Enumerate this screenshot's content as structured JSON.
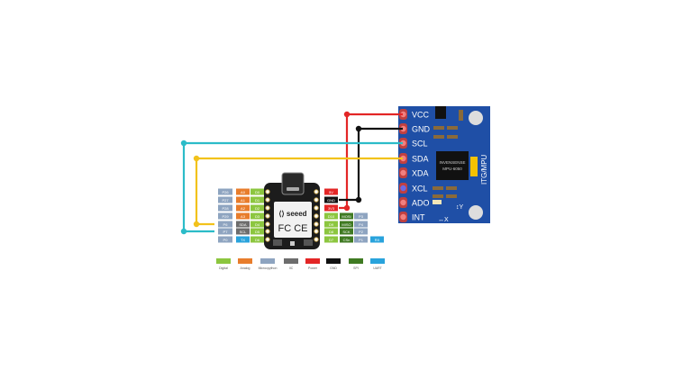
{
  "mpu": {
    "pins": [
      "VCC",
      "GND",
      "SCL",
      "SDA",
      "XDA",
      "XCL",
      "ADO",
      "INT"
    ],
    "chip_line1": "INVENSENSE",
    "chip_line2": "MPU-6050",
    "side_label": "ITG/MPU",
    "axis_x": "X",
    "axis_y": "Y"
  },
  "xiao": {
    "brand": "seeed",
    "cert": "FC CE",
    "left_rows": [
      [
        "P26",
        "A0",
        "D0"
      ],
      [
        "P27",
        "A1",
        "D1"
      ],
      [
        "P28",
        "A2",
        "D2"
      ],
      [
        "P29",
        "A3",
        "D3"
      ],
      [
        "P6",
        "SDA",
        "D4"
      ],
      [
        "P7",
        "SCL",
        "D5"
      ],
      [
        "P0",
        "TX",
        "D6"
      ]
    ],
    "right_rows": [
      [
        "5V"
      ],
      [
        "GND"
      ],
      [
        "3V3"
      ],
      [
        "D10",
        "MOSI",
        "P3"
      ],
      [
        "D9",
        "MISO",
        "P4"
      ],
      [
        "D8",
        "SCK",
        "P2"
      ],
      [
        "D7",
        "CSn",
        "P1",
        "RX"
      ]
    ]
  },
  "legend": [
    {
      "label": "Digital",
      "color": "#8cc63f"
    },
    {
      "label": "Analog",
      "color": "#e87d2c"
    },
    {
      "label": "Microcpython",
      "color": "#8ea4c0"
    },
    {
      "label": "IIC",
      "color": "#6d6d6d"
    },
    {
      "label": "Power",
      "color": "#e32626"
    },
    {
      "label": "GND",
      "color": "#111111"
    },
    {
      "label": "SPI",
      "color": "#3f7a22"
    },
    {
      "label": "UART",
      "color": "#29a3dc"
    }
  ],
  "wires": {
    "vcc": "#e32626",
    "gnd": "#111111",
    "scl": "#2bbcc8",
    "sda": "#f2c21b"
  }
}
